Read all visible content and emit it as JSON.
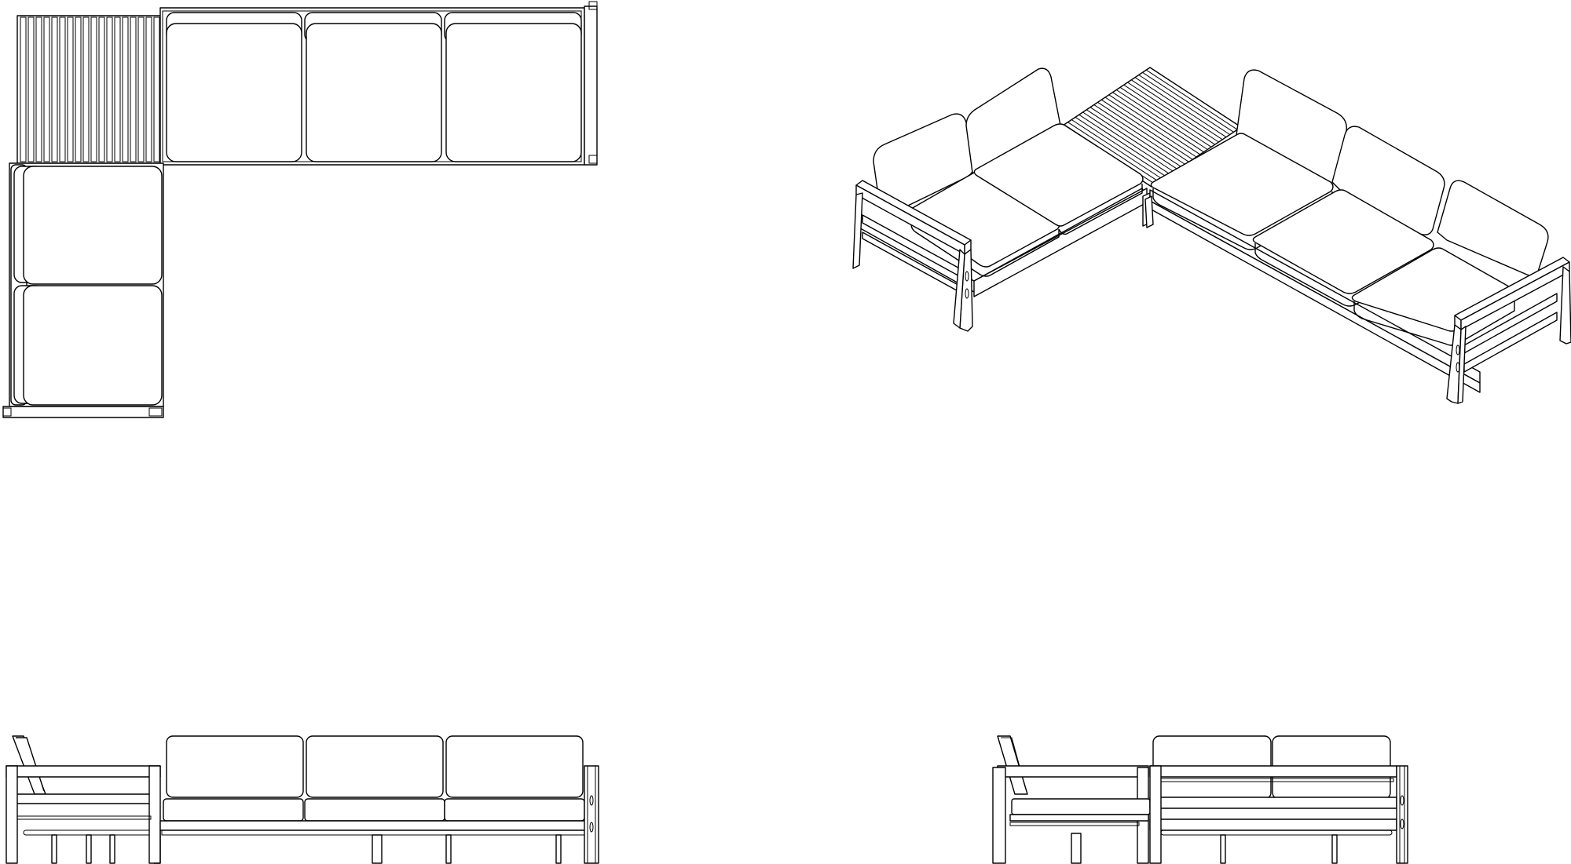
{
  "drawing": {
    "views": [
      "plan-view",
      "isometric-view",
      "front-elevation",
      "side-elevation"
    ],
    "colors": {
      "line": "#000000",
      "background": "#ffffff"
    },
    "modules": {
      "backed_seats": 5,
      "armless_chaise_cushions": 2,
      "slatted_corner_table": 1
    }
  }
}
